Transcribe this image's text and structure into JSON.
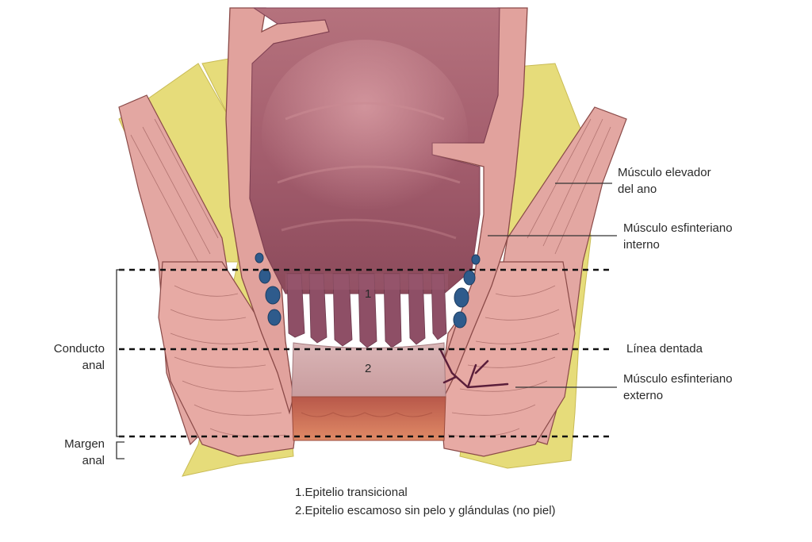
{
  "labels": {
    "elevador": [
      "Músculo elevador",
      "del ano"
    ],
    "esfinter_interno": [
      "Músculo esfinteriano",
      "interno"
    ],
    "linea_dentada": "Línea dentada",
    "esfinter_externo": [
      "Músculo esfinteriano",
      "externo"
    ],
    "conducto_anal": [
      "Conducto",
      "anal"
    ],
    "margen_anal": [
      "Margen",
      "anal"
    ]
  },
  "zones": {
    "zone1": "1",
    "zone2": "2"
  },
  "legend": [
    "1.Epitelio transicional",
    "2.Epitelio escamoso sin pelo y glándulas (no piel)"
  ],
  "colors": {
    "fat": "#e6dc7a",
    "muscle": "#e3a7a2",
    "muscle_line": "#8a4a48",
    "lumen": "#b06876",
    "lumen_dark": "#7e3f52",
    "mucosa": "#e0b7b4",
    "anal_skin": "#d77a5c",
    "vein": "#2e5b8c"
  }
}
